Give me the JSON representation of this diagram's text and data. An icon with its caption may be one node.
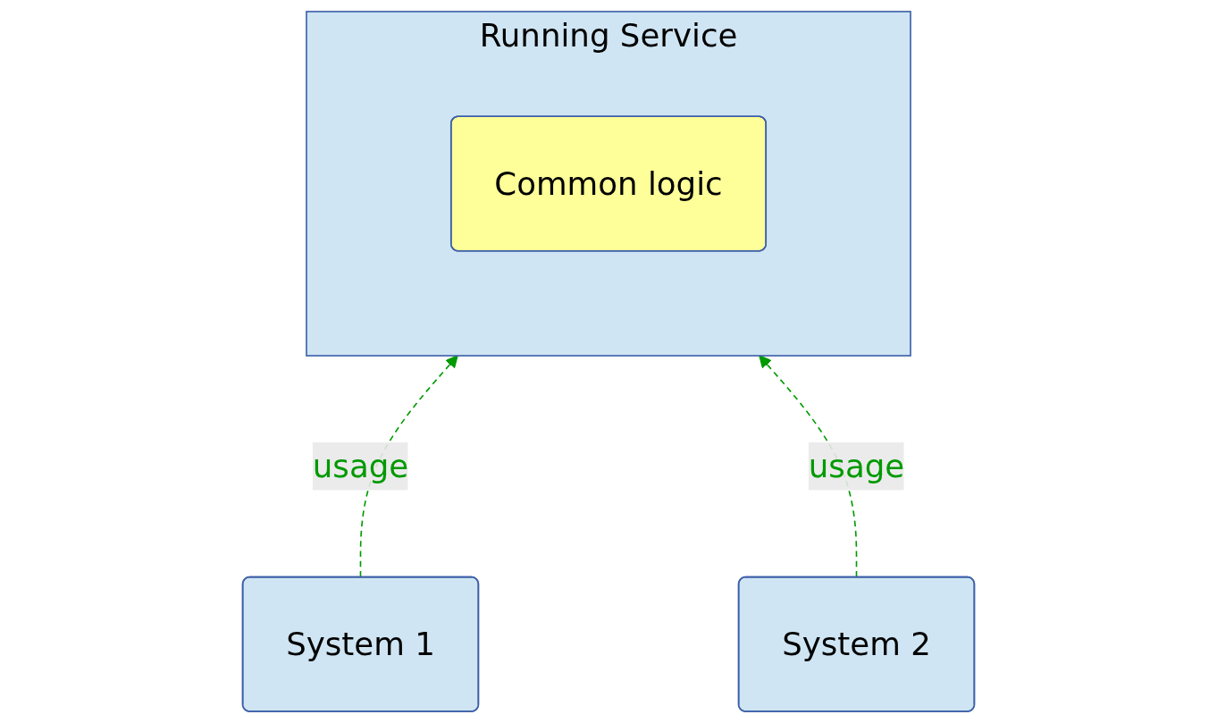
{
  "diagram": {
    "nodes": [
      {
        "text": [
          "Running Service"
        ]
      },
      {
        "text": [
          "Common logic"
        ],
        "in": 0
      },
      {
        "text": [
          "System 1"
        ]
      },
      {
        "text": [
          "System 2"
        ]
      }
    ],
    "edges": [
      {
        "from": 2,
        "to": 0,
        "arrow": "to",
        "label": "usage",
        "style": "dashed",
        "color": "#009900"
      },
      {
        "from": 3,
        "to": 0,
        "arrow": "to",
        "label": "usage",
        "style": "dashed",
        "color": "#009900"
      }
    ]
  }
}
